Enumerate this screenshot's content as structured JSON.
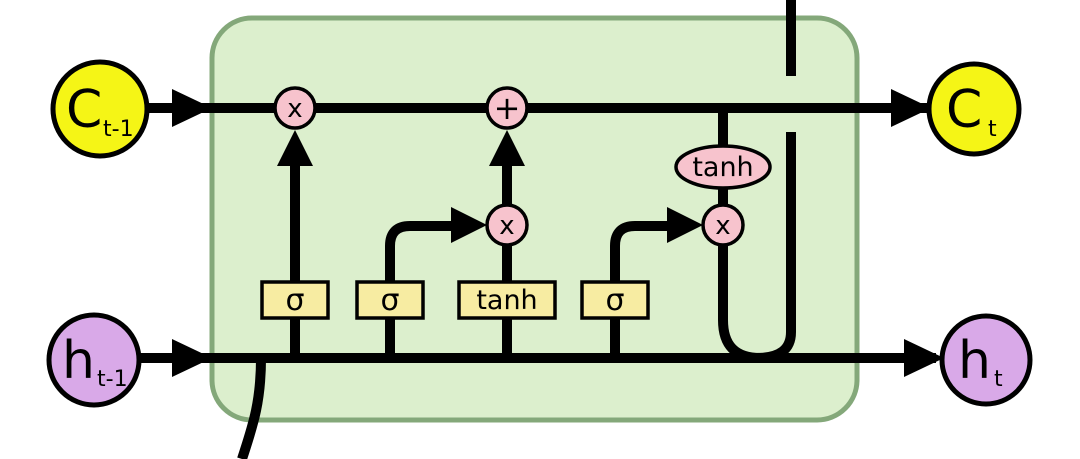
{
  "diagram": {
    "nodes": {
      "cell_state_in": {
        "main": "C",
        "sub": "t-1"
      },
      "cell_state_out": {
        "main": "C",
        "sub": "t"
      },
      "hidden_in": {
        "main": "h",
        "sub": "t-1"
      },
      "hidden_out": {
        "main": "h",
        "sub": "t"
      },
      "forget_gate": {
        "label": "σ"
      },
      "input_gate": {
        "label": "σ"
      },
      "candidate_gate": {
        "label": "tanh"
      },
      "output_gate": {
        "label": "σ"
      },
      "forget_multiply": {
        "label": "x"
      },
      "cell_add": {
        "label": "+"
      },
      "input_multiply": {
        "label": "x"
      },
      "output_multiply": {
        "label": "x"
      },
      "cell_tanh": {
        "label": "tanh"
      }
    },
    "colors": {
      "cell_fill": "#dcefcd",
      "cell_stroke": "#84a87a",
      "state_node_fill": "#f5f516",
      "hidden_node_fill": "#d9a9e8",
      "op_fill": "#f7c3cd",
      "gate_fill": "#f7eca2",
      "line": "#000000"
    }
  }
}
